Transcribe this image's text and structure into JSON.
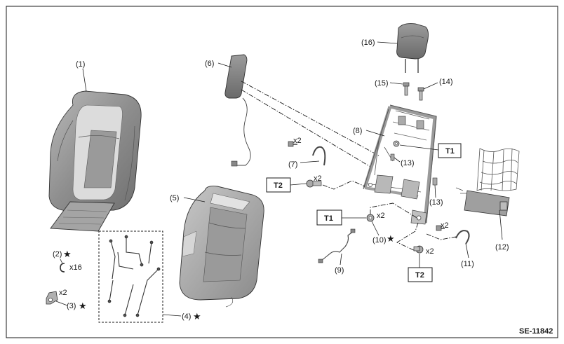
{
  "diagram_id": "SE-11842",
  "star_symbol": "★",
  "labels": {
    "p1": "(1)",
    "p2": "(2)",
    "p3": "(3)",
    "p4": "(4)",
    "p5": "(5)",
    "p6": "(6)",
    "p7": "(7)",
    "p8": "(8)",
    "p9": "(9)",
    "p10": "(10)",
    "p11": "(11)",
    "p12": "(12)",
    "p13a": "(13)",
    "p13b": "(13)",
    "p14": "(14)",
    "p15": "(15)",
    "p16": "(16)"
  },
  "quantities": {
    "q2": "x16",
    "q3": "x2",
    "q7": "x2",
    "q_t2_left": "x2",
    "q10": "x2",
    "q_t2_lower": "x2",
    "q11": "x2"
  },
  "torque_boxes": {
    "t1_upper": "T1",
    "t2_left": "T2",
    "t1_lower": "T1",
    "t2_lower": "T2"
  },
  "colors": {
    "line": "#1a1a1a",
    "part_dark": "#8a8a8a",
    "part_mid": "#a8a8a8",
    "part_light": "#cfcfcf"
  }
}
